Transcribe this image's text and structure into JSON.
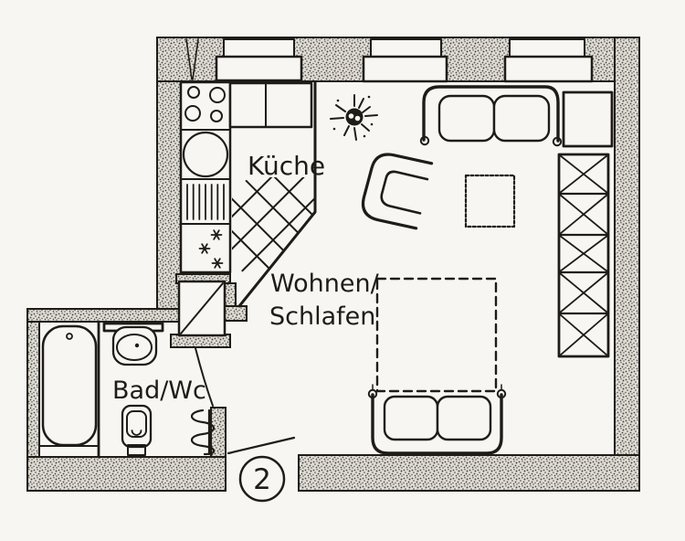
{
  "floor_plan": {
    "unit_label": "2",
    "rooms": {
      "kitchen": {
        "label": "Küche"
      },
      "living_sleeping": {
        "label_line1": "Wohnen/",
        "label_line2": "Schlafen"
      },
      "bathroom": {
        "label": "Bad/Wc"
      }
    },
    "symbols": [
      "stove-burners",
      "kitchen-sink",
      "kitchen-appliance-stripes",
      "freezer-snowflakes",
      "upper-cabinets",
      "kitchen-floor-hatch",
      "ceiling-lamp",
      "sofa",
      "side-table",
      "armchair",
      "coffee-table",
      "wardrobe-x-shelves",
      "fold-out-bed-dashed",
      "second-sofa",
      "bathtub",
      "wash-basin",
      "toilet",
      "radiator-coil",
      "duct-shaft-diagonal",
      "bathroom-door-swing",
      "entrance-door-leaf",
      "windows-with-sills",
      "stippled-walls"
    ],
    "colors": {
      "ink": "#1f1c18",
      "paper": "#f8f6f2",
      "wall_fill": "#e0ddd6",
      "wall_dot": "#4a453f"
    }
  }
}
